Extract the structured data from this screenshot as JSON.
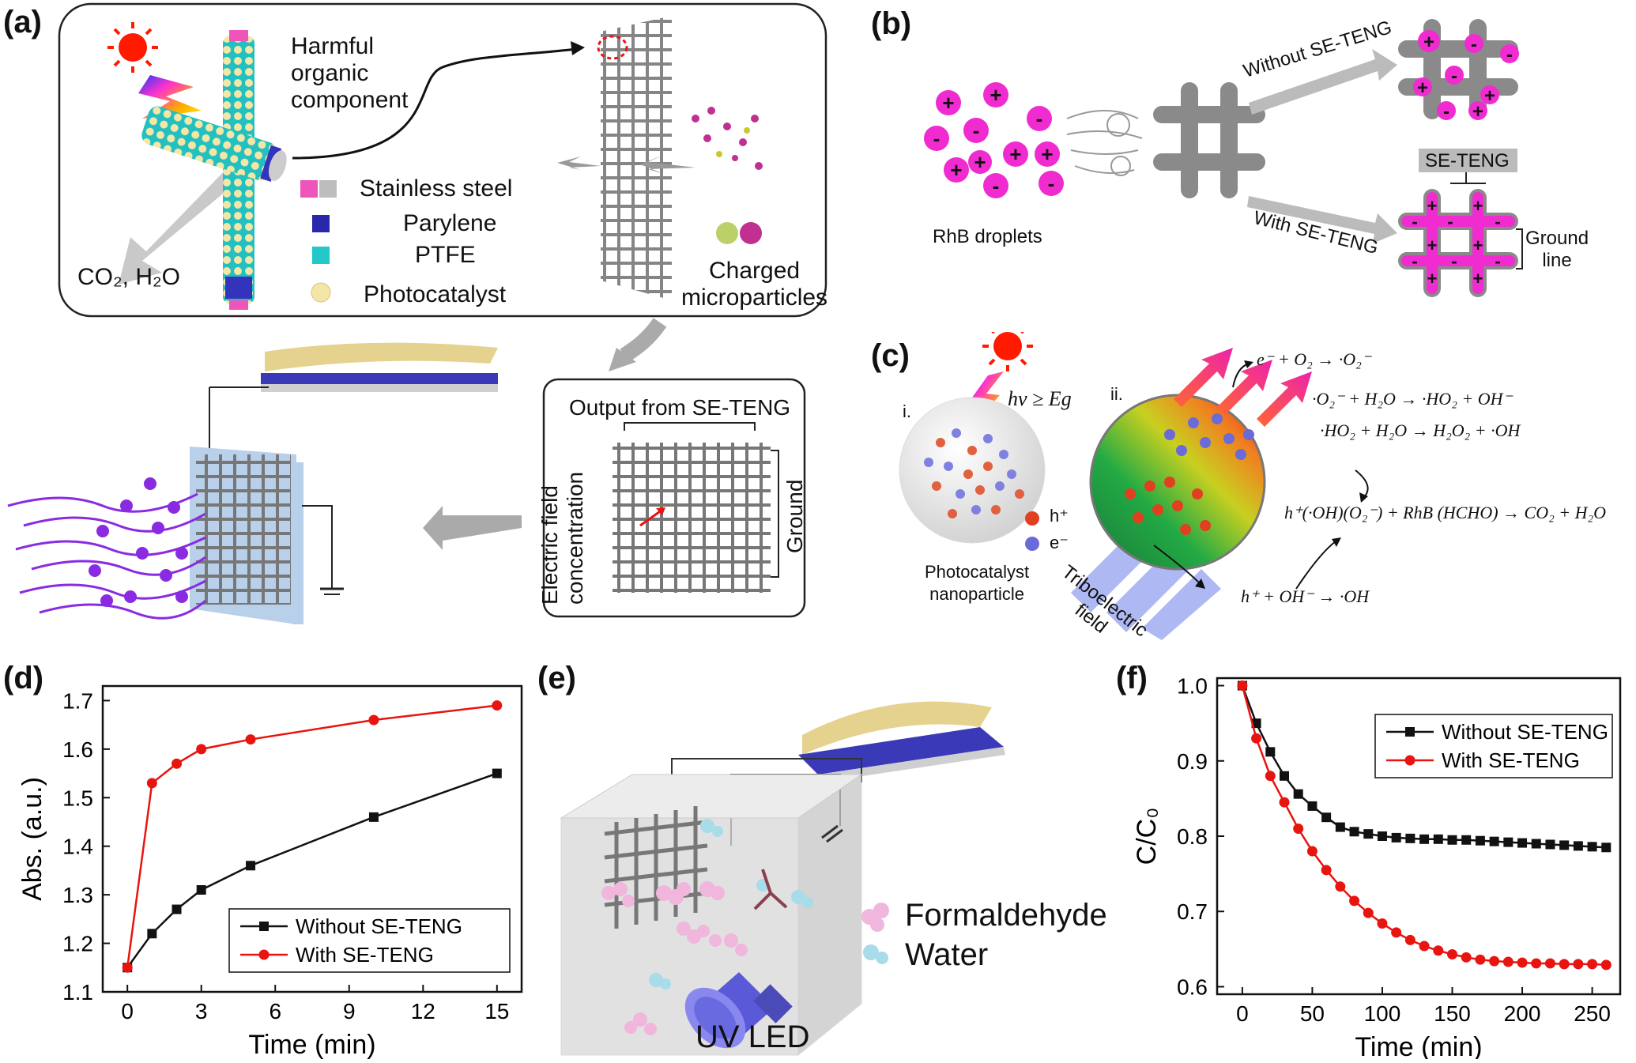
{
  "panels": {
    "a": {
      "label": "(a)",
      "harmful_line1": "Harmful",
      "harmful_line2": "organic",
      "harmful_line3": "component",
      "legend_stainless": "Stainless steel",
      "legend_parylene": "Parylene",
      "legend_ptfe": "PTFE",
      "legend_photocat": "Photocatalyst",
      "co2": "CO₂, H₂O",
      "charged_line1": "Charged",
      "charged_line2": "microparticles",
      "output_title": "Output from SE-TENG",
      "efield_line1": "Electric field",
      "efield_line2": "concentration",
      "ground": "Ground"
    },
    "b": {
      "label": "(b)",
      "rhb": "RhB droplets",
      "without": "Without SE-TENG",
      "with": "With SE-TENG",
      "seteng": "SE-TENG",
      "ground_line1": "Ground",
      "ground_line2": "line"
    },
    "c": {
      "label": "(c)",
      "i": "i.",
      "ii": "ii.",
      "hv": "hv ≥ Eg",
      "hplus": "h⁺",
      "eminus": "e⁻",
      "nano_line1": "Photocatalyst",
      "nano_line2": "nanoparticle",
      "tribo_line1": "Triboelectric",
      "tribo_line2": "field",
      "eq1": "e⁻ + O₂ → ·O₂⁻",
      "eq2": "·O₂⁻ + H₂O → ·HO₂ + OH⁻",
      "eq3": "·HO₂ + H₂O → H₂O₂ + ·OH",
      "eq4": "h⁺(·OH)(O₂⁻) + RhB (HCHO) → CO₂ + H₂O",
      "eq5": "h⁺ + OH⁻ → ·OH"
    },
    "d": {
      "label": "(d)"
    },
    "e": {
      "label": "(e)",
      "formaldehyde": "Formaldehyde",
      "water": "Water",
      "uvled": "UV LED"
    },
    "f": {
      "label": "(f)"
    }
  },
  "colors": {
    "red": "#e8140f",
    "black": "#111111",
    "magenta": "#f02bd0",
    "purple": "#8a2be2",
    "gray": "#999999",
    "gold": "#e6d28f",
    "blue": "#3a3ab8"
  },
  "chart_data": [
    {
      "id": "d",
      "type": "line",
      "title": "",
      "xlabel": "Time (min)",
      "ylabel": "Abs. (a.u.)",
      "xlim": [
        -1,
        16
      ],
      "ylim": [
        1.1,
        1.73
      ],
      "xticks": [
        0,
        3,
        6,
        9,
        12,
        15
      ],
      "yticks": [
        1.1,
        1.2,
        1.3,
        1.4,
        1.5,
        1.6,
        1.7
      ],
      "xtick_labels": [
        "0",
        "3",
        "6",
        "9",
        "12",
        "15"
      ],
      "ytick_labels": [
        "1.1",
        "1.2",
        "1.3",
        "1.4",
        "1.5",
        "1.6",
        "1.7"
      ],
      "legend_position": "bottom-right",
      "series": [
        {
          "name": "Without SE-TENG",
          "color": "#111111",
          "marker": "square",
          "x": [
            0,
            1,
            2,
            3,
            5,
            10,
            15
          ],
          "y": [
            1.15,
            1.22,
            1.27,
            1.31,
            1.36,
            1.46,
            1.55
          ]
        },
        {
          "name": "With SE-TENG",
          "color": "#e8140f",
          "marker": "circle",
          "x": [
            0,
            1,
            2,
            3,
            5,
            10,
            15
          ],
          "y": [
            1.15,
            1.53,
            1.57,
            1.6,
            1.62,
            1.66,
            1.69
          ]
        }
      ]
    },
    {
      "id": "f",
      "type": "line",
      "title": "",
      "xlabel": "Time (min)",
      "ylabel": "C/C₀",
      "xlim": [
        -18,
        270
      ],
      "ylim": [
        0.59,
        1.01
      ],
      "xticks": [
        0,
        50,
        100,
        150,
        200,
        250
      ],
      "yticks": [
        0.6,
        0.7,
        0.8,
        0.9,
        1.0
      ],
      "xtick_labels": [
        "0",
        "50",
        "100",
        "150",
        "200",
        "250"
      ],
      "ytick_labels": [
        "0.6",
        "0.7",
        "0.8",
        "0.9",
        "1.0"
      ],
      "legend_position": "top-right",
      "series": [
        {
          "name": "Without SE-TENG",
          "color": "#111111",
          "marker": "square",
          "x": [
            0,
            10,
            20,
            30,
            40,
            50,
            60,
            70,
            80,
            90,
            100,
            110,
            120,
            130,
            140,
            150,
            160,
            170,
            180,
            190,
            200,
            210,
            220,
            230,
            240,
            250,
            260
          ],
          "y": [
            1.0,
            0.95,
            0.912,
            0.88,
            0.856,
            0.84,
            0.825,
            0.812,
            0.806,
            0.803,
            0.8,
            0.798,
            0.797,
            0.796,
            0.796,
            0.795,
            0.795,
            0.794,
            0.793,
            0.792,
            0.791,
            0.79,
            0.789,
            0.788,
            0.787,
            0.786,
            0.785
          ]
        },
        {
          "name": "With SE-TENG",
          "color": "#e8140f",
          "marker": "circle",
          "x": [
            0,
            10,
            20,
            30,
            40,
            50,
            60,
            70,
            80,
            90,
            100,
            110,
            120,
            130,
            140,
            150,
            160,
            170,
            180,
            190,
            200,
            210,
            220,
            230,
            240,
            250,
            260
          ],
          "y": [
            1.0,
            0.93,
            0.88,
            0.845,
            0.81,
            0.78,
            0.755,
            0.733,
            0.714,
            0.698,
            0.684,
            0.672,
            0.662,
            0.654,
            0.648,
            0.643,
            0.639,
            0.636,
            0.634,
            0.633,
            0.632,
            0.631,
            0.631,
            0.63,
            0.63,
            0.63,
            0.629
          ]
        }
      ]
    }
  ]
}
